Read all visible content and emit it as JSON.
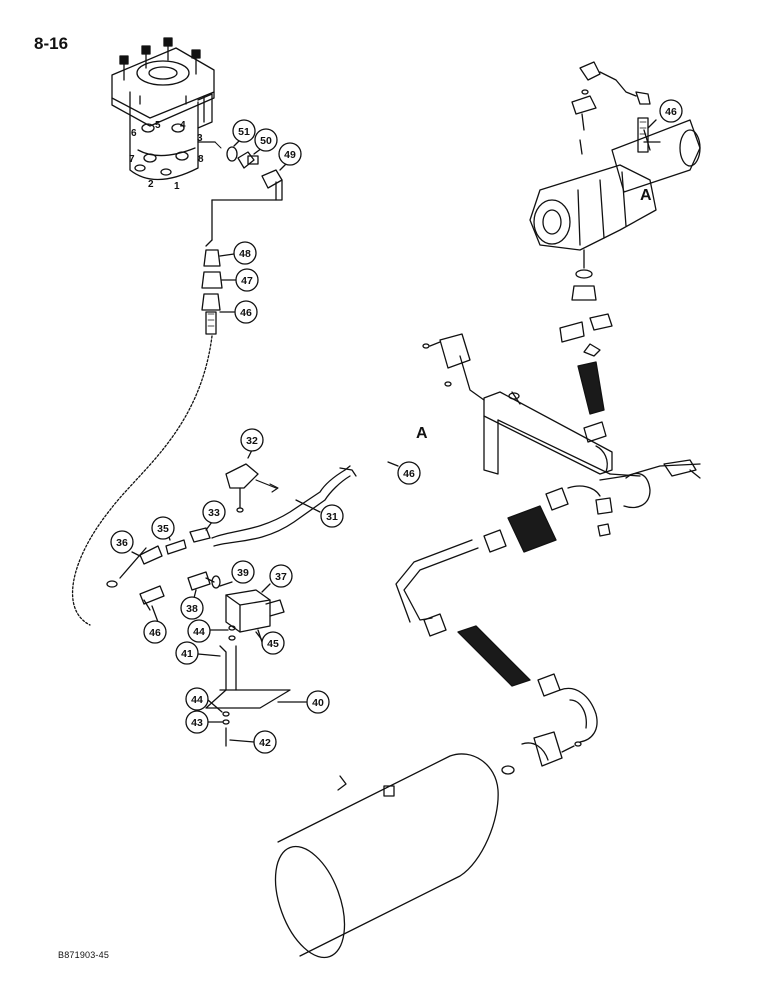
{
  "page": {
    "number": "8-16",
    "doc_code": "B871903-45"
  },
  "valve_port_numbers": [
    "1",
    "2",
    "3",
    "4",
    "5",
    "6",
    "7",
    "8"
  ],
  "section_markers": [
    "A",
    "A"
  ],
  "callouts": [
    "31",
    "32",
    "33",
    "35",
    "36",
    "37",
    "38",
    "39",
    "40",
    "41",
    "42",
    "43",
    "44",
    "44",
    "45",
    "46",
    "46",
    "46",
    "46",
    "47",
    "48",
    "49",
    "50",
    "51"
  ],
  "colors": {
    "ink": "#111111",
    "paper": "#ffffff",
    "hose_fill": "#1a1a1a"
  }
}
